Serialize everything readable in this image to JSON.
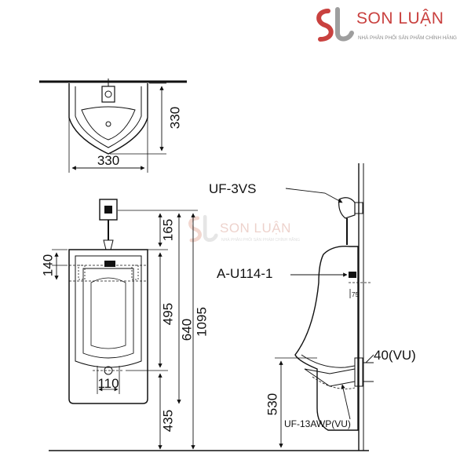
{
  "brand": {
    "name": "SON LUẬN",
    "tagline": "NHÀ PHÂN PHỐI SẢN PHẨM CHÍNH HÃNG",
    "logo_mark": "SL",
    "accent_color": "#c9413f"
  },
  "watermark": {
    "name": "SON LUẬN",
    "tagline": "NHÀ PHÂN PHỐI SẢN PHẨM CHÍNH HÃNG",
    "logo_mark": "SL"
  },
  "top_view": {
    "depth_label": "330",
    "width_label": "330"
  },
  "front_view": {
    "dim_flush_to_rim": "165",
    "dim_rim_height": "140",
    "dim_bowl": "495",
    "dim_body": "640",
    "dim_total": "1095",
    "dim_outlet_width": "110",
    "dim_floor": "435"
  },
  "side_view": {
    "label_flush_valve": "UF-3VS",
    "label_hanger": "A-U114-1",
    "label_outlet": "40(VU)",
    "label_trap": "UF-13AWP(VU)",
    "dim_outlet_height": "530",
    "hanger_mark": "75"
  }
}
